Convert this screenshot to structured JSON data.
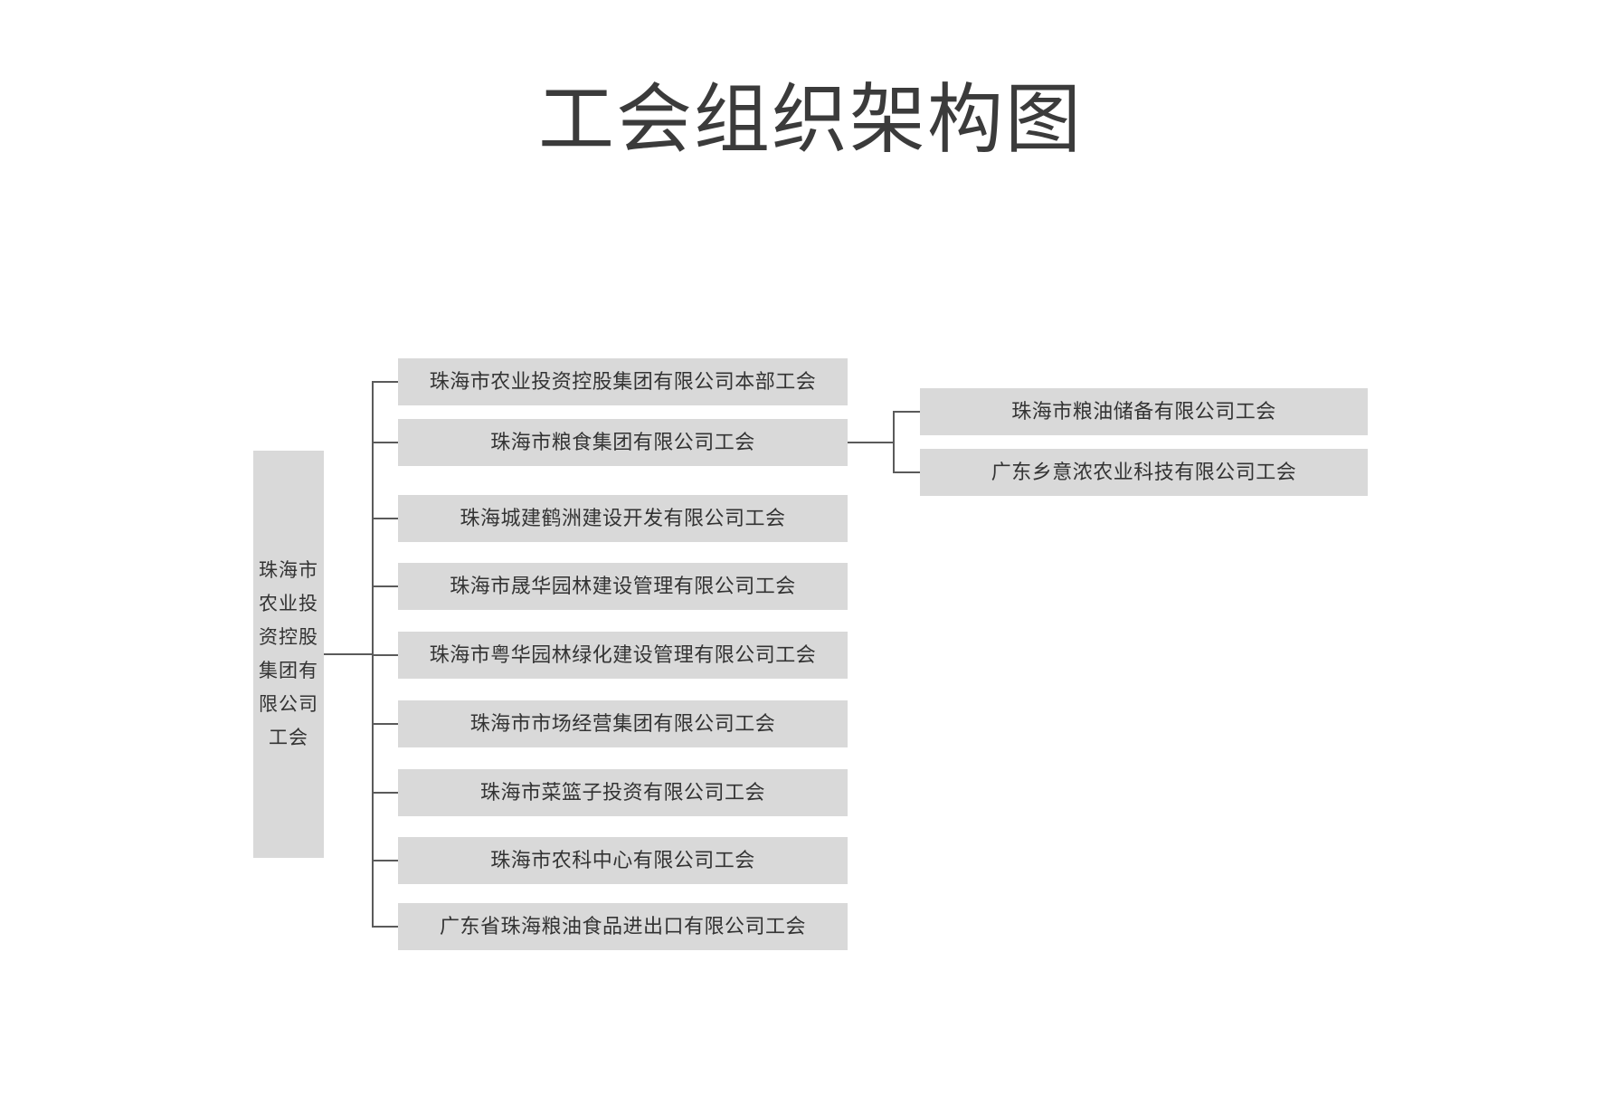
{
  "chart_data": {
    "type": "diagram",
    "title": "工会组织架构图",
    "layout": "horizontal-tree",
    "colors": {
      "node_fill": "#d9d9d9",
      "node_text": "#333333",
      "connector": "#5a5a5a",
      "title_text": "#3b3b3b",
      "background": "#ffffff"
    },
    "root": {
      "label": "珠海市农业投资控股集团有限公司工会",
      "children": [
        {
          "label": "珠海市农业投资控股集团有限公司本部工会"
        },
        {
          "label": "珠海市粮食集团有限公司工会",
          "children": [
            {
              "label": "珠海市粮油储备有限公司工会"
            },
            {
              "label": "广东乡意浓农业科技有限公司工会"
            }
          ]
        },
        {
          "label": "珠海城建鹤洲建设开发有限公司工会"
        },
        {
          "label": "珠海市晟华园林建设管理有限公司工会"
        },
        {
          "label": "珠海市粤华园林绿化建设管理有限公司工会"
        },
        {
          "label": "珠海市市场经营集团有限公司工会"
        },
        {
          "label": "珠海市菜篮子投资有限公司工会"
        },
        {
          "label": "珠海市农科中心有限公司工会"
        },
        {
          "label": "广东省珠海粮油食品进出口有限公司工会"
        }
      ]
    }
  },
  "diagram": {
    "title": "工会组织架构图",
    "root": {
      "label": "珠海市农业投资控股集团有限公司工会"
    },
    "children": [
      {
        "label": "珠海市农业投资控股集团有限公司本部工会"
      },
      {
        "label": "珠海市粮食集团有限公司工会"
      },
      {
        "label": "珠海城建鹤洲建设开发有限公司工会"
      },
      {
        "label": "珠海市晟华园林建设管理有限公司工会"
      },
      {
        "label": "珠海市粤华园林绿化建设管理有限公司工会"
      },
      {
        "label": "珠海市市场经营集团有限公司工会"
      },
      {
        "label": "珠海市菜篮子投资有限公司工会"
      },
      {
        "label": "珠海市农科中心有限公司工会"
      },
      {
        "label": "广东省珠海粮油食品进出口有限公司工会"
      }
    ],
    "grandchildren": [
      {
        "label": "珠海市粮油储备有限公司工会"
      },
      {
        "label": "广东乡意浓农业科技有限公司工会"
      }
    ]
  }
}
